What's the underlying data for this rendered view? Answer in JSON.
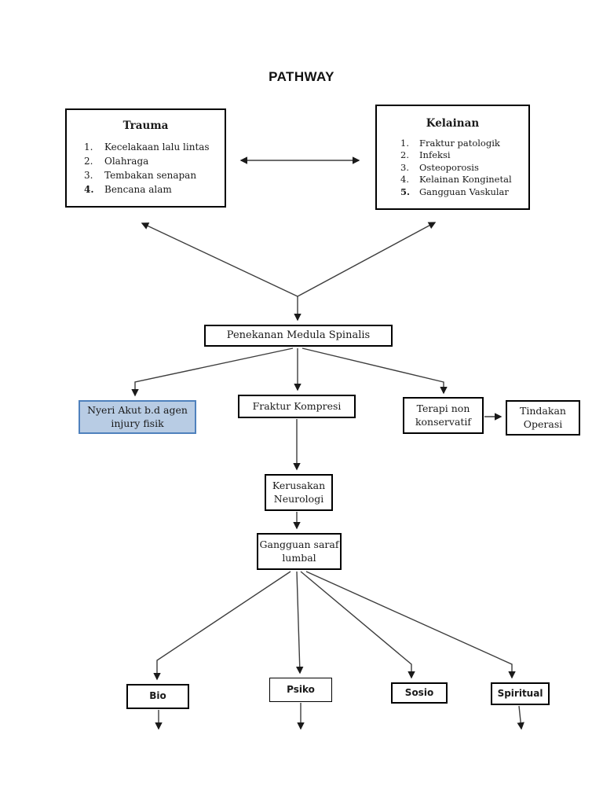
{
  "page": {
    "title": "PATHWAY"
  },
  "nodes": {
    "trauma": {
      "title": "Trauma",
      "items": [
        "Kecelakaan lalu lintas",
        "Olahraga",
        "Tembakan senapan",
        "Bencana alam"
      ]
    },
    "kelainan": {
      "title": "Kelainan",
      "items": [
        "Fraktur patologik",
        "Infeksi",
        "Osteoporosis",
        "Kelainan Konginetal",
        "Gangguan Vaskular"
      ]
    },
    "penekanan": {
      "label": "Penekanan Medula Spinalis"
    },
    "nyeri": {
      "label": "Nyeri Akut b.d agen injury fisik"
    },
    "fraktur": {
      "label": "Fraktur Kompresi"
    },
    "terapi": {
      "label": "Terapi non konservatif"
    },
    "tindakan": {
      "label": "Tindakan Operasi"
    },
    "kerusakan": {
      "label": "Kerusakan Neurologi"
    },
    "gangguan": {
      "label": "Gangguan saraf lumbal"
    },
    "bio": {
      "label": "Bio"
    },
    "psiko": {
      "label": "Psiko"
    },
    "sosio": {
      "label": "Sosio"
    },
    "spiritual": {
      "label": "Spiritual"
    }
  },
  "colors": {
    "highlight_fill": "#b8cce4",
    "highlight_border": "#4f81bd",
    "box_border": "#000000",
    "connector": "#3d3d3d",
    "background": "#ffffff"
  }
}
